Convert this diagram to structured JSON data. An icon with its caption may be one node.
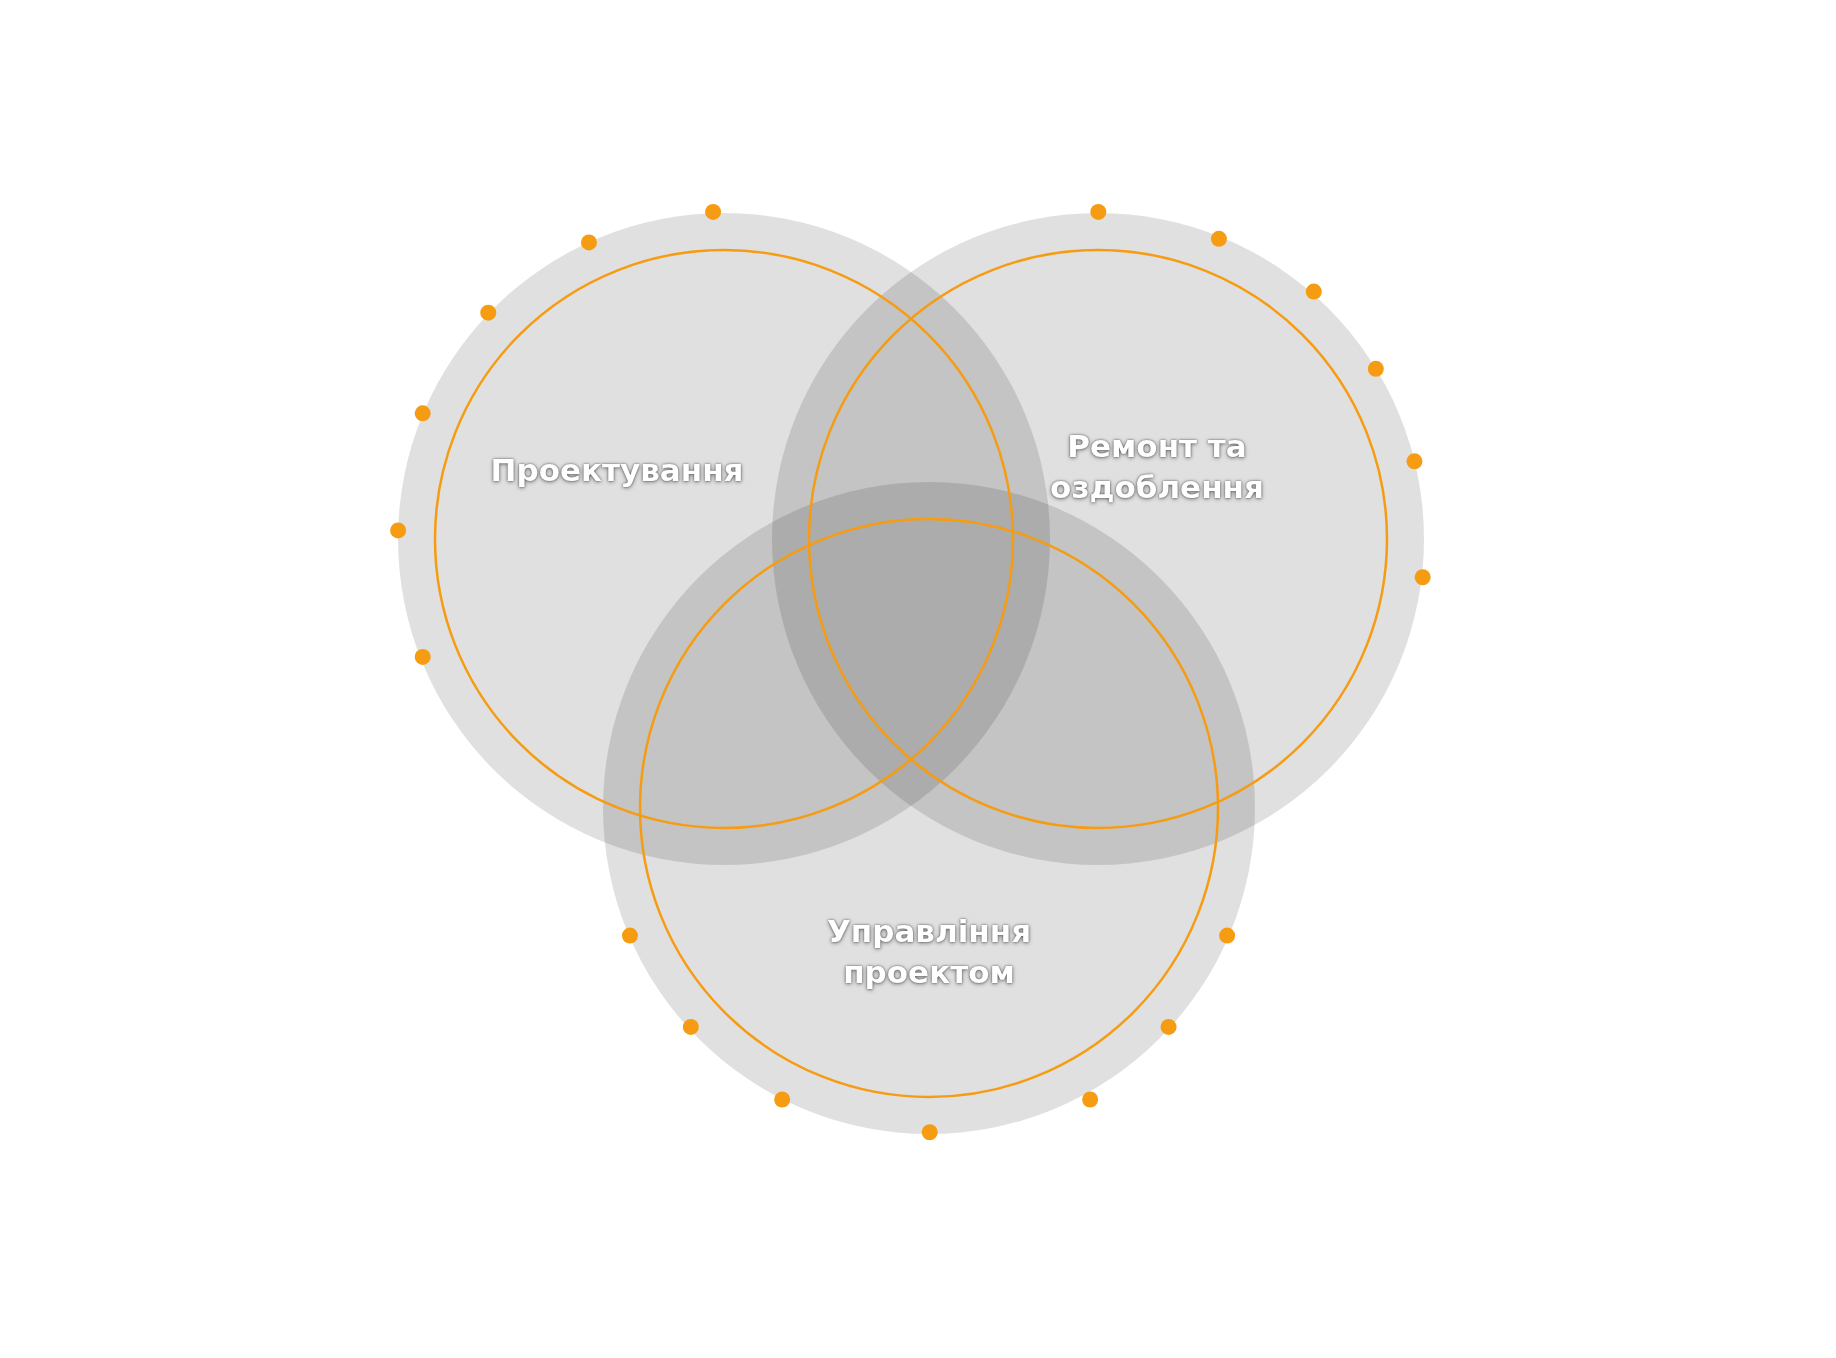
{
  "diagram": {
    "nodes": [
      {
        "text": [
          "Проектування"
        ]
      },
      {
        "text": [
          "Ремонт та оздоблення"
        ]
      },
      {
        "text": [
          "Управління проектом"
        ]
      }
    ]
  }
}
